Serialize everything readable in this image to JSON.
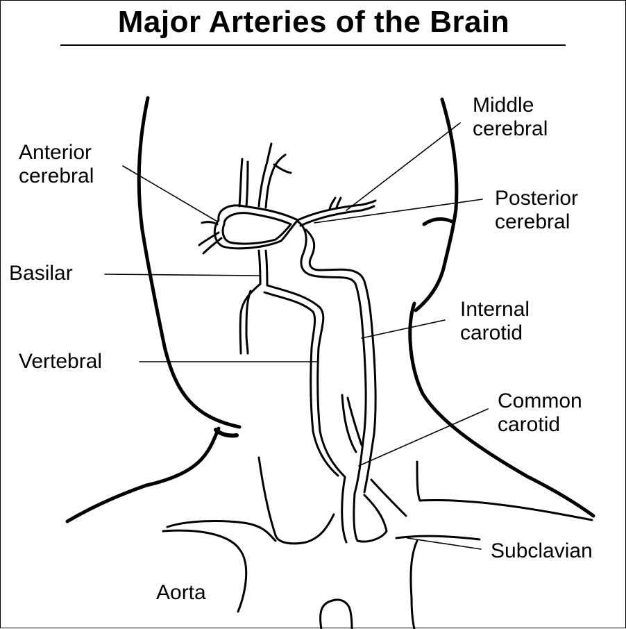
{
  "title": "Major Arteries of the Brain",
  "labels": {
    "anterior_cerebral": {
      "line1": "Anterior",
      "line2": "cerebral"
    },
    "middle_cerebral": {
      "line1": "Middle",
      "line2": "cerebral"
    },
    "posterior_cerebral": {
      "line1": "Posterior",
      "line2": "cerebral"
    },
    "basilar": {
      "line1": "Basilar"
    },
    "internal_carotid": {
      "line1": "Internal",
      "line2": "carotid"
    },
    "vertebral": {
      "line1": "Vertebral"
    },
    "common_carotid": {
      "line1": "Common",
      "line2": "carotid"
    },
    "subclavian": {
      "line1": "Subclavian"
    },
    "aorta": {
      "line1": "Aorta"
    }
  }
}
